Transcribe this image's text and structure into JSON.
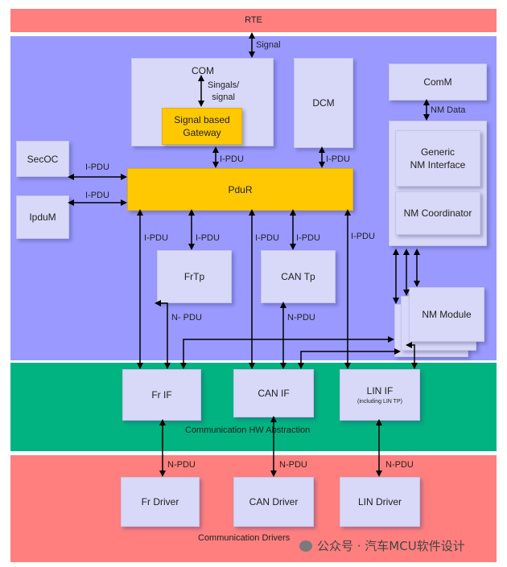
{
  "layers": {
    "rte": "RTE",
    "comm_hw_abstraction": "Communication HW Abstraction",
    "comm_drivers": "Communication Drivers"
  },
  "modules": {
    "com": "COM",
    "signals_signal": "Singals/\nsignal",
    "signal_gateway": "Signal based\nGateway",
    "dcm": "DCM",
    "comm": "ComM",
    "generic_nm": "Generic\nNM Interface",
    "nm_coordinator": "NM Coordinator",
    "secoc": "SecOC",
    "ipdum": "IpduM",
    "pdur": "PduR",
    "frtp": "FrTp",
    "cantp": "CAN Tp",
    "nm_module": "NM Module",
    "frif": "Fr IF",
    "canif": "CAN IF",
    "linif": "LIN IF",
    "linif_sub": "(including LIN TP)",
    "frdriver": "Fr Driver",
    "candriver": "CAN Driver",
    "lindriver": "LIN Driver"
  },
  "labels": {
    "signal": "Signal",
    "nm_data": "NM Data",
    "ipdu": "I-PDU",
    "npdu": "N-PDU",
    "npdu_spaced": "N- PDU"
  },
  "watermark": "公众号 · 汽车MCU软件设计",
  "colors": {
    "rte": "#ff7f7f",
    "service_layer": "#9999ff",
    "abstraction": "#00b380",
    "drivers": "#ff7f7f",
    "module": "#d8d8f8",
    "highlight": "#ffc800"
  }
}
